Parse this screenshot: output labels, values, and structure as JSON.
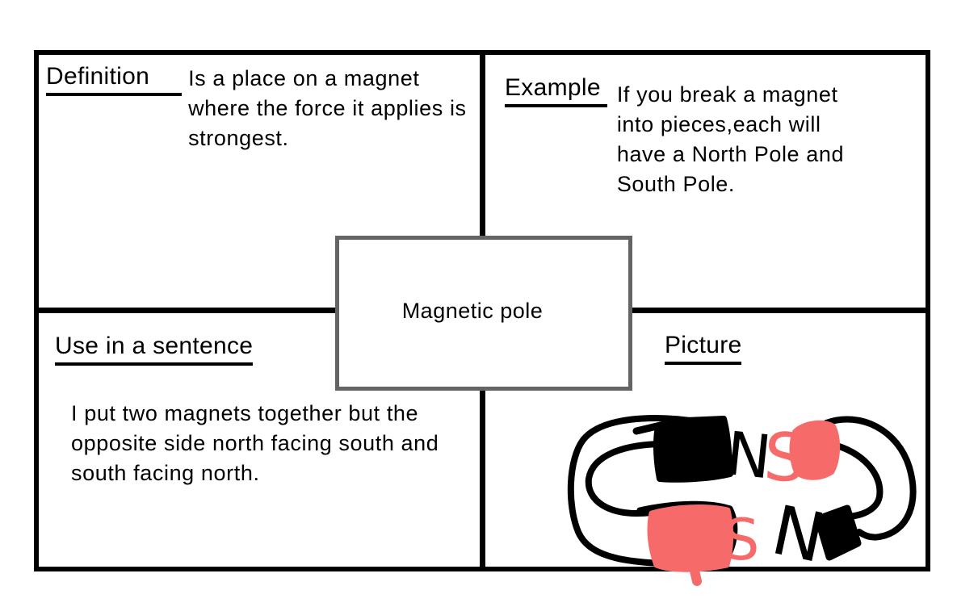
{
  "center": {
    "term": "Magnetic pole"
  },
  "quadrants": {
    "definition": {
      "heading": "Definition",
      "text": "Is a place on a magnet where the force it applies is strongest."
    },
    "example": {
      "heading": "Example",
      "text": "If you break a magnet into pieces,each will have a North Pole and South Pole."
    },
    "use_in_a_sentence": {
      "heading": "Use in a sentence",
      "text": "I put two magnets together but the opposite side north facing south and south facing north."
    },
    "picture": {
      "heading": "Picture"
    }
  },
  "drawing": {
    "description": "hand-drawn sketch of two bar magnets with field line loops",
    "top_magnet": {
      "left_pole_label": "N",
      "right_pole_label": "S"
    },
    "bottom_magnet": {
      "left_pole_label": "S",
      "right_pole_label": "N"
    },
    "colors": {
      "north_ink": "#000000",
      "south_ink": "#f66a6a"
    }
  },
  "colors": {
    "background": "#ffffff",
    "grid_line": "#000000",
    "term_box_border": "#646464",
    "text": "#000000"
  }
}
